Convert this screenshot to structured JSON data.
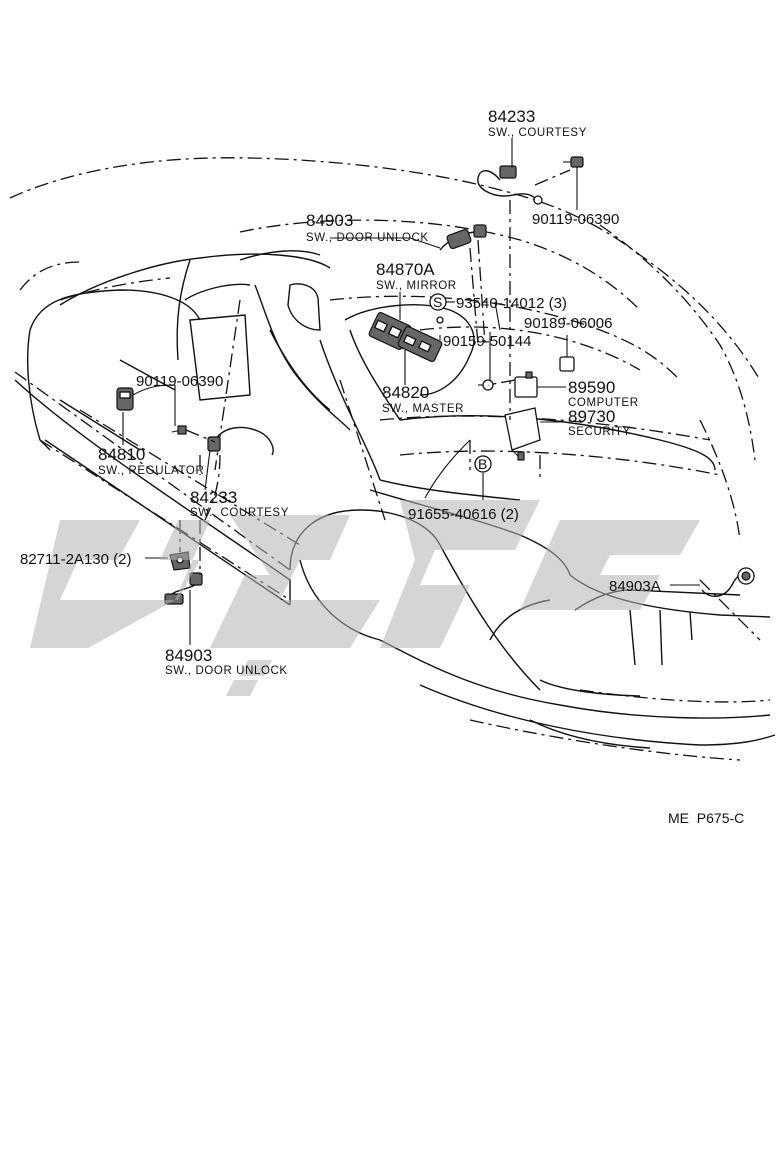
{
  "watermark": {
    "text": "ﻗﺠﻪ",
    "color": "#b3b3b3"
  },
  "parts": [
    {
      "number": "84233",
      "desc": "SW., COURTESY"
    },
    {
      "number": "90119-06390"
    },
    {
      "number": "84903",
      "desc": "SW., DOOR UNLOCK"
    },
    {
      "number": "84870A",
      "desc": "SW., MIRROR"
    },
    {
      "number": "93540-14012 (3)",
      "mark": "S"
    },
    {
      "number": "90189-06006"
    },
    {
      "number": "90159-50144"
    },
    {
      "number": "90119-06390"
    },
    {
      "number": "84820",
      "desc": "SW., MASTER"
    },
    {
      "number": "89590",
      "desc": "COMPUTER"
    },
    {
      "number": "89730",
      "desc": "SECURITY"
    },
    {
      "number": "84810",
      "desc": "SW., REGULATOR"
    },
    {
      "number": "91655-40616 (2)",
      "mark": "B"
    },
    {
      "number": "84233",
      "desc": "SW., COURTESY"
    },
    {
      "number": "82711-2A130 (2)"
    },
    {
      "number": "84903A"
    },
    {
      "number": "84903",
      "desc": "SW., DOOR UNLOCK"
    }
  ],
  "reference": "ME  P675-C"
}
